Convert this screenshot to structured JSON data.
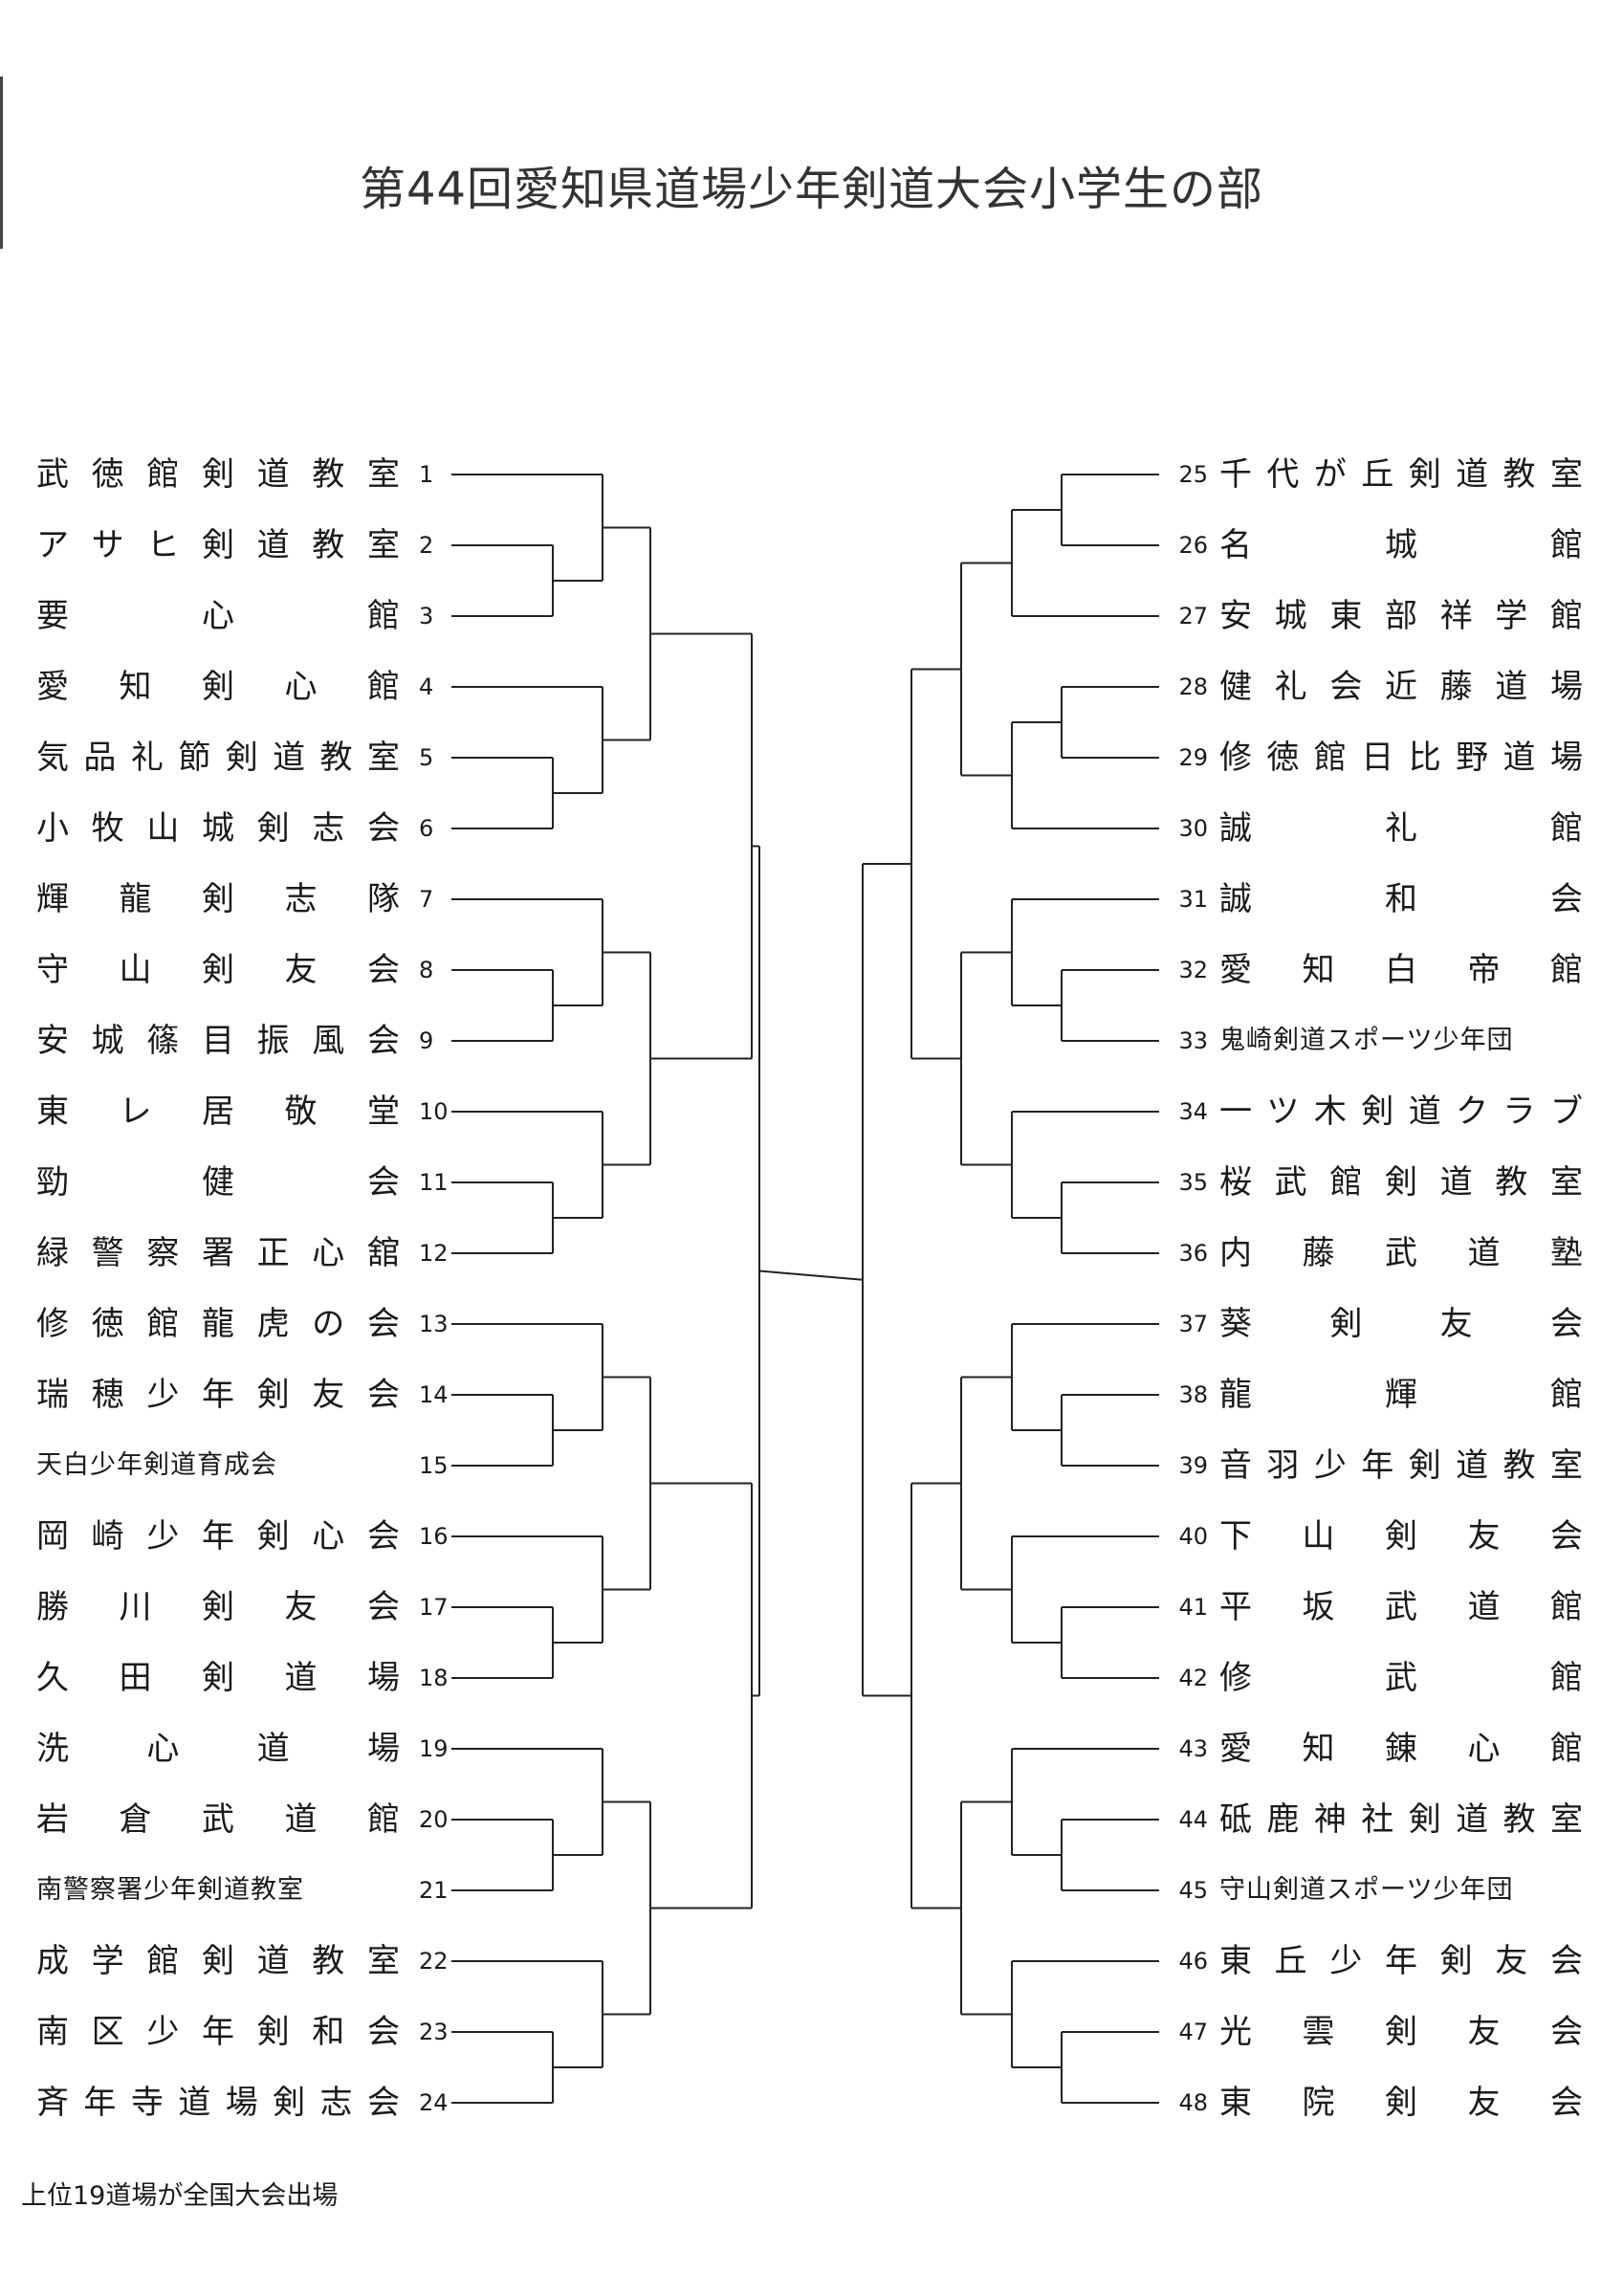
{
  "title": "第44回愛知県道場少年剣道大会小学生の部",
  "footnote": "上位19道場が全国大会出場",
  "left_teams": [
    {
      "no": "1",
      "name": "武徳館剣道教室"
    },
    {
      "no": "2",
      "name": "アサヒ剣道教室"
    },
    {
      "no": "3",
      "name": "要心館"
    },
    {
      "no": "4",
      "name": "愛知剣心館"
    },
    {
      "no": "5",
      "name": "気品礼節剣道教室"
    },
    {
      "no": "6",
      "name": "小牧山城剣志会"
    },
    {
      "no": "7",
      "name": "輝龍剣志隊"
    },
    {
      "no": "8",
      "name": "守山剣友会"
    },
    {
      "no": "9",
      "name": "安城篠目振風会"
    },
    {
      "no": "10",
      "name": "東レ居敬堂"
    },
    {
      "no": "11",
      "name": "勁健会"
    },
    {
      "no": "12",
      "name": "緑警察署正心舘"
    },
    {
      "no": "13",
      "name": "修徳館龍虎の会"
    },
    {
      "no": "14",
      "name": "瑞穂少年剣友会"
    },
    {
      "no": "15",
      "name": "天白少年剣道育成会"
    },
    {
      "no": "16",
      "name": "岡崎少年剣心会"
    },
    {
      "no": "17",
      "name": "勝川剣友会"
    },
    {
      "no": "18",
      "name": "久田剣道場"
    },
    {
      "no": "19",
      "name": "洗心道場"
    },
    {
      "no": "20",
      "name": "岩倉武道館"
    },
    {
      "no": "21",
      "name": "南警察署少年剣道教室"
    },
    {
      "no": "22",
      "name": "成学館剣道教室"
    },
    {
      "no": "23",
      "name": "南区少年剣和会"
    },
    {
      "no": "24",
      "name": "斉年寺道場剣志会"
    }
  ],
  "right_teams": [
    {
      "no": "25",
      "name": "千代が丘剣道教室"
    },
    {
      "no": "26",
      "name": "名城館"
    },
    {
      "no": "27",
      "name": "安城東部祥学館"
    },
    {
      "no": "28",
      "name": "健礼会近藤道場"
    },
    {
      "no": "29",
      "name": "修徳館日比野道場"
    },
    {
      "no": "30",
      "name": "誠礼館"
    },
    {
      "no": "31",
      "name": "誠和会"
    },
    {
      "no": "32",
      "name": "愛知白帝館"
    },
    {
      "no": "33",
      "name": "鬼崎剣道スポーツ少年団"
    },
    {
      "no": "34",
      "name": "一ツ木剣道クラブ"
    },
    {
      "no": "35",
      "name": "桜武館剣道教室"
    },
    {
      "no": "36",
      "name": "内藤武道塾"
    },
    {
      "no": "37",
      "name": "葵剣友会"
    },
    {
      "no": "38",
      "name": "龍輝館"
    },
    {
      "no": "39",
      "name": "音羽少年剣道教室"
    },
    {
      "no": "40",
      "name": "下山剣友会"
    },
    {
      "no": "41",
      "name": "平坂武道館"
    },
    {
      "no": "42",
      "name": "修武館"
    },
    {
      "no": "43",
      "name": "愛知錬心館"
    },
    {
      "no": "44",
      "name": "砥鹿神社剣道教室"
    },
    {
      "no": "45",
      "name": "守山剣道スポーツ少年団"
    },
    {
      "no": "46",
      "name": "東丘少年剣友会"
    },
    {
      "no": "47",
      "name": "光雲剣友会"
    },
    {
      "no": "48",
      "name": "東院剣友会"
    }
  ]
}
